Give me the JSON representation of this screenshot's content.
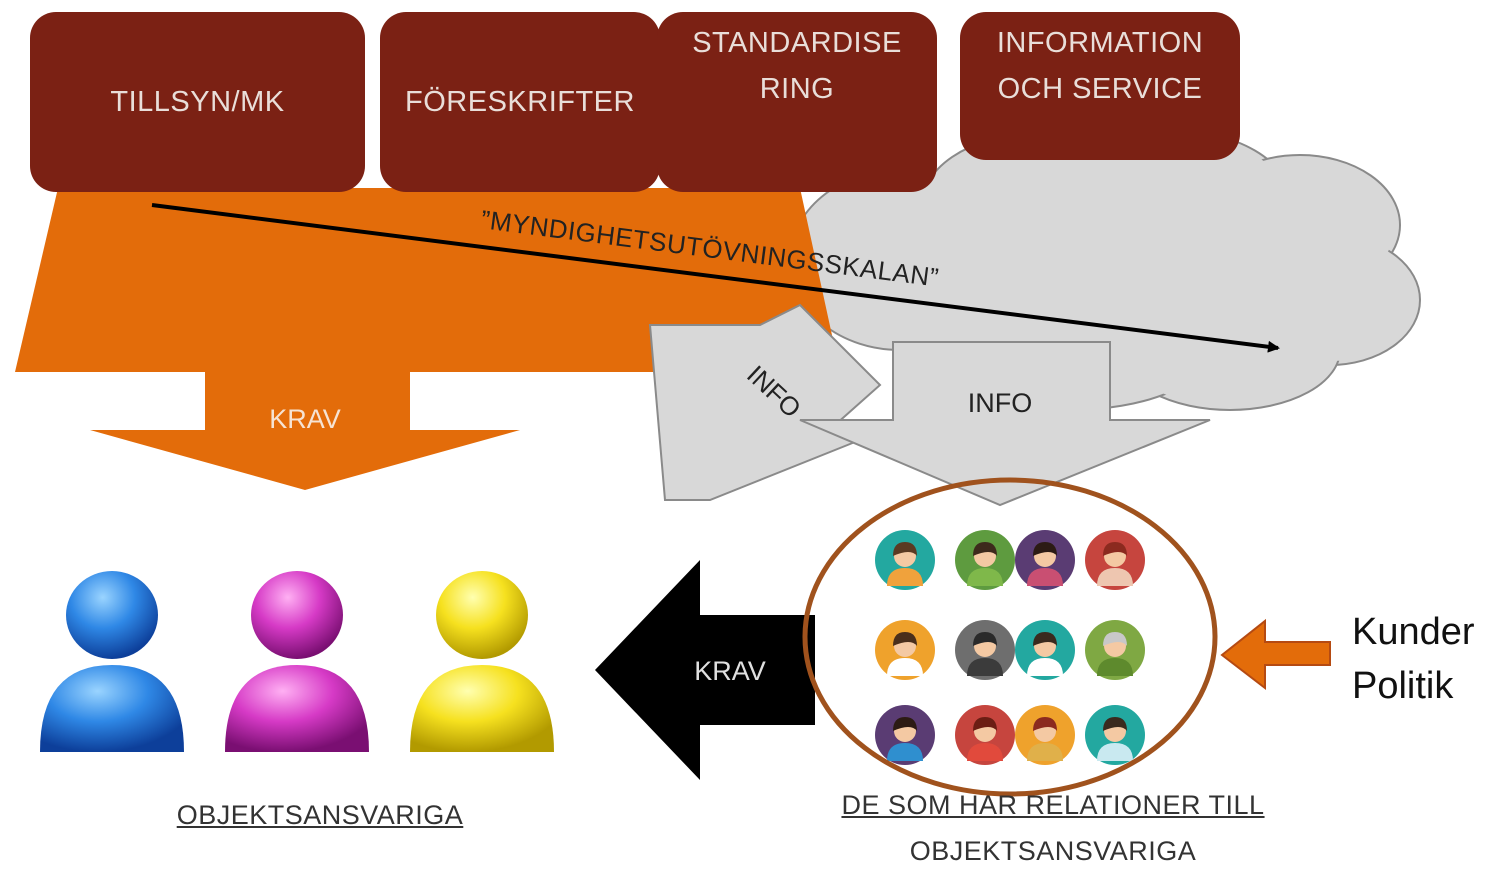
{
  "boxes": [
    {
      "id": "tillsyn",
      "label": "TILLSYN/MK"
    },
    {
      "id": "foreskrifter",
      "label": "FÖRESKRIFTER"
    },
    {
      "id": "standardisering",
      "label": "STANDARDISE\nRING"
    },
    {
      "id": "information",
      "label": "INFORMATION\nOCH SERVICE"
    }
  ],
  "scale_label": "”MYNDIGHETSUTÖVNINGSSKALAN”",
  "krav_top": "KRAV",
  "info_left": "INFO",
  "info_right": "INFO",
  "krav_black": "KRAV",
  "objektsansvariga": "OBJEKTSANSVARIGA",
  "de_som_line1": "DE SOM HAR RELATIONER TILL",
  "de_som_line2": "OBJEKTSANSVARIGA",
  "side_line1": "Kunder",
  "side_line2": "Politik",
  "colors": {
    "box": "#7b2114",
    "orange": "#e36c0a",
    "cloud": "#d8d8d8",
    "circle": "#a0521d",
    "pointer": "#d5692a"
  },
  "people": [
    {
      "color": "blue"
    },
    {
      "color": "magenta"
    },
    {
      "color": "yellow"
    }
  ],
  "avatars": [
    {
      "bg": "#23a8a0",
      "shirt": "#f0a23c",
      "hair": "#5a3a22"
    },
    {
      "bg": "#5e9b3f",
      "shirt": "#7fb84a",
      "hair": "#3d2a1c"
    },
    {
      "bg": "#5a3c73",
      "shirt": "#c94f72",
      "hair": "#2c1b14"
    },
    {
      "bg": "#c6453e",
      "shirt": "#eec6b0",
      "hair": "#8b2a1f"
    },
    {
      "bg": "#efa22c",
      "shirt": "#ffffff",
      "hair": "#4a2f1b"
    },
    {
      "bg": "#6e6e6e",
      "shirt": "#3b3b3b",
      "hair": "#2a2a2a"
    },
    {
      "bg": "#23a8a0",
      "shirt": "#ffffff",
      "hair": "#3a2a1e"
    },
    {
      "bg": "#7fa843",
      "shirt": "#5e8a2d",
      "hair": "#c8c8c8"
    },
    {
      "bg": "#5a3c73",
      "shirt": "#2f8fcf",
      "hair": "#2c1b14"
    },
    {
      "bg": "#c6453e",
      "shirt": "#e14a3c",
      "hair": "#6b1e14"
    },
    {
      "bg": "#efa22c",
      "shirt": "#e0b04a",
      "hair": "#8b2a1f"
    },
    {
      "bg": "#23a8a0",
      "shirt": "#c9e9f0",
      "hair": "#3a2a1e"
    }
  ]
}
